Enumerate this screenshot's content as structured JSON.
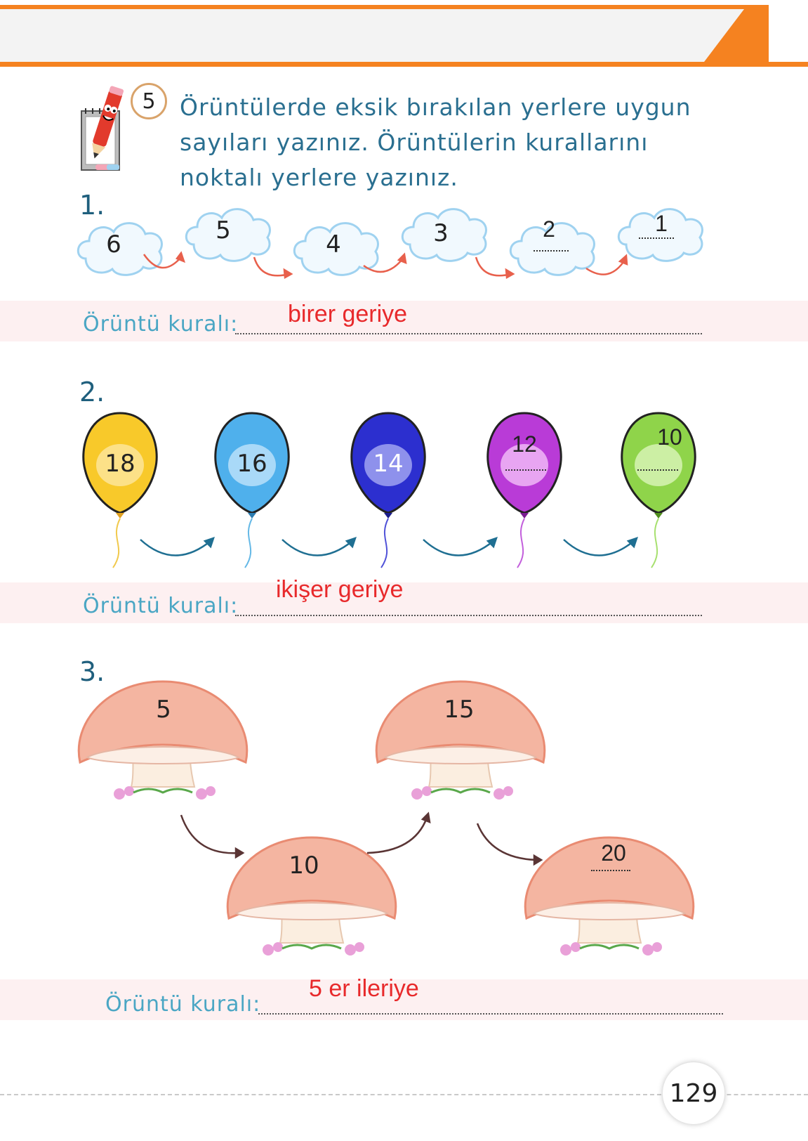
{
  "question": {
    "number": "5",
    "instruction": "Örüntülerde eksik bırakılan yerlere uygun sayıları yazınız. Örüntülerin kurallarını noktalı yerlere yazınız."
  },
  "sections": [
    {
      "label": "1.",
      "items": [
        "6",
        "5",
        "4",
        "3",
        "2",
        "1"
      ],
      "rule_label": "Örüntü kuralı:",
      "rule_answer": "birer geriye"
    },
    {
      "label": "2.",
      "items": [
        "18",
        "16",
        "14",
        "12",
        "10"
      ],
      "rule_label": "Örüntü kuralı:",
      "rule_answer": "ikişer geriye"
    },
    {
      "label": "3.",
      "items": [
        "5",
        "10",
        "15",
        "20"
      ],
      "rule_label": "Örüntü kuralı:",
      "rule_answer": "5 er ileriye"
    }
  ],
  "page_number": "129",
  "colors": {
    "header_orange": "#f58220",
    "text_blue": "#2a6f90",
    "answer_red": "#e8292b",
    "band_pink": "#fdf0f1"
  }
}
